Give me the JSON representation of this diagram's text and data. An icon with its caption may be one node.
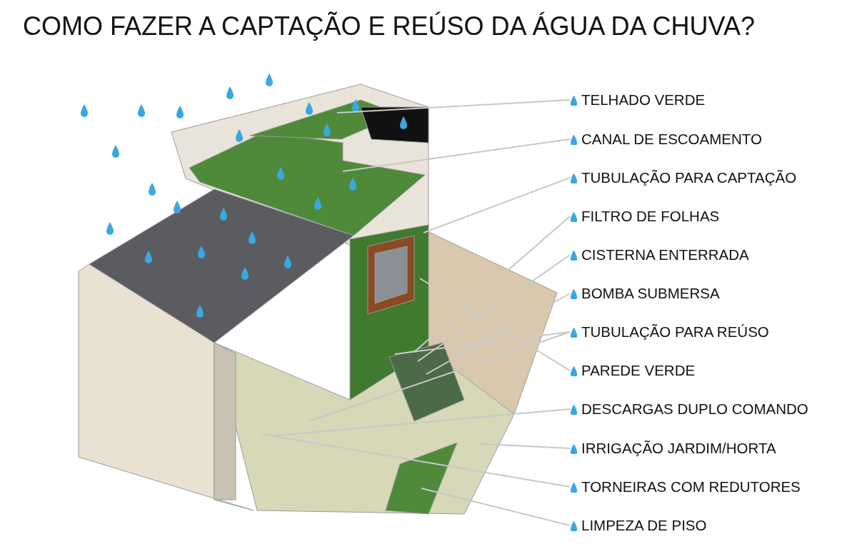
{
  "diagram": {
    "title": "COMO FAZER A CAPTAÇÃO E REÚSO DA ÁGUA DA CHUVA?",
    "nodes": [
      {
        "text": [
          "TELHADO VERDE"
        ]
      },
      {
        "text": [
          "CANAL DE ESCOAMENTO"
        ]
      },
      {
        "text": [
          "TUBULAÇÃO PARA CAPTAÇÃO"
        ]
      },
      {
        "text": [
          "FILTRO DE FOLHAS"
        ]
      },
      {
        "text": [
          "CISTERNA ENTERRADA"
        ]
      },
      {
        "text": [
          "BOMBA SUBMERSA"
        ]
      },
      {
        "text": [
          "TUBULAÇÃO PARA REÚSO"
        ]
      },
      {
        "text": [
          "PAREDE VERDE"
        ]
      },
      {
        "text": [
          "DESCARGAS DUPLO COMANDO"
        ]
      },
      {
        "text": [
          "IRRIGAÇÃO JARDIM/HORTA"
        ]
      },
      {
        "text": [
          "TORNEIRAS COM REDUTORES"
        ]
      },
      {
        "text": [
          "LIMPEZA DE PISO"
        ]
      }
    ],
    "edges": [
      {
        "from": 0,
        "to": null,
        "arrow": "none"
      },
      {
        "from": 1,
        "to": null,
        "arrow": "none"
      },
      {
        "from": 2,
        "to": null,
        "arrow": "none"
      },
      {
        "from": 3,
        "to": null,
        "arrow": "none"
      },
      {
        "from": 4,
        "to": null,
        "arrow": "none"
      },
      {
        "from": 5,
        "to": null,
        "arrow": "none"
      },
      {
        "from": 6,
        "to": null,
        "arrow": "none"
      },
      {
        "from": 6,
        "to": null,
        "arrow": "none"
      },
      {
        "from": 7,
        "to": null,
        "arrow": "none"
      },
      {
        "from": 8,
        "to": null,
        "arrow": "none"
      },
      {
        "from": 9,
        "to": null,
        "arrow": "none"
      },
      {
        "from": 10,
        "to": null,
        "arrow": "none"
      },
      {
        "from": 11,
        "to": null,
        "arrow": "none"
      }
    ]
  }
}
